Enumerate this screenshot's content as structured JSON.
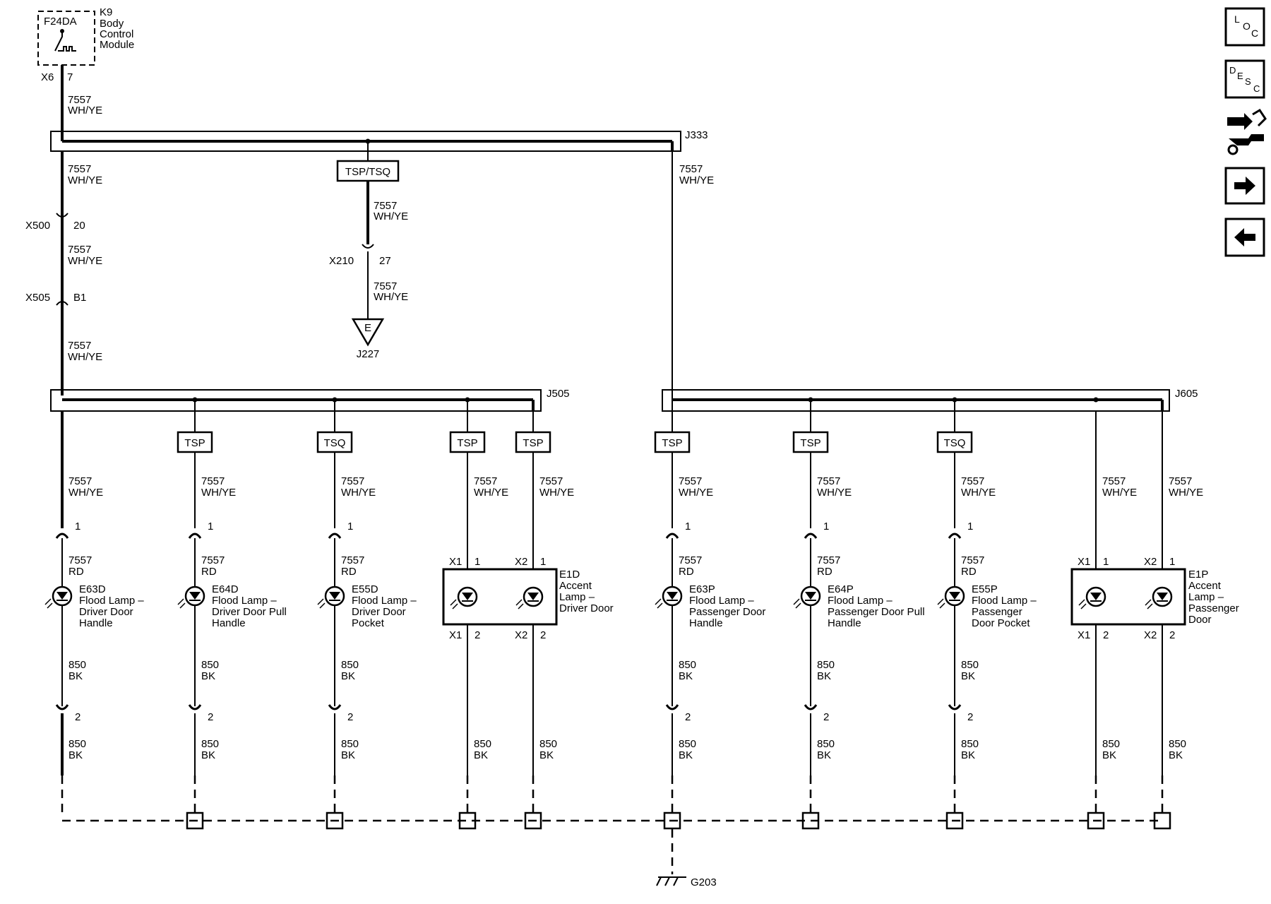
{
  "module": {
    "id": "F24DA",
    "ref": "K9",
    "line1": "Body",
    "line2": "Control",
    "line3": "Module",
    "conn": "X6",
    "pin": "7"
  },
  "wire": {
    "circuit": "7557",
    "color": "WH/YE",
    "color_rd": "RD",
    "gnd_circuit": "850",
    "gnd_color": "BK"
  },
  "splices": {
    "top": "J333",
    "left": "J505",
    "right": "J605"
  },
  "options": {
    "tsp": "TSP",
    "tsq": "TSQ",
    "tsp_tsq": "TSP/TSQ"
  },
  "inline": [
    {
      "conn": "X500",
      "pin": "20"
    },
    {
      "conn": "X505",
      "pin": "B1"
    },
    {
      "conn": "X210",
      "pin": "27"
    }
  ],
  "offpage": {
    "letter": "E",
    "ref": "J227"
  },
  "pins": {
    "p1": "1",
    "p2": "2",
    "x1": "X1",
    "x2": "X2"
  },
  "lamps": [
    {
      "ref": "E63D",
      "l1": "Flood Lamp –",
      "l2": "Driver Door",
      "l3": "Handle"
    },
    {
      "ref": "E64D",
      "l1": "Flood Lamp –",
      "l2": "Driver Door Pull",
      "l3": "Handle"
    },
    {
      "ref": "E55D",
      "l1": "Flood Lamp –",
      "l2": "Driver Door",
      "l3": "Pocket"
    },
    {
      "ref": "E1D",
      "l1": "Accent",
      "l2": "Lamp –",
      "l3": "Driver Door",
      "l4": ""
    },
    {
      "ref": "E63P",
      "l1": "Flood Lamp –",
      "l2": "Passenger Door",
      "l3": "Handle"
    },
    {
      "ref": "E64P",
      "l1": "Flood Lamp –",
      "l2": "Passenger Door Pull",
      "l3": "Handle"
    },
    {
      "ref": "E55P",
      "l1": "Flood Lamp –",
      "l2": "Passenger",
      "l3": "Door Pocket"
    },
    {
      "ref": "E1P",
      "l1": "Accent",
      "l2": "Lamp –",
      "l3": "Passenger",
      "l4": "Door"
    }
  ],
  "ground": {
    "ref": "G203"
  },
  "nav": {
    "loc": [
      "L",
      "O",
      "C"
    ],
    "desc": [
      "D",
      "E",
      "S",
      "C"
    ],
    "icons": [
      "wrench-connector-icon",
      "arrow-right-icon",
      "arrow-left-icon"
    ]
  }
}
